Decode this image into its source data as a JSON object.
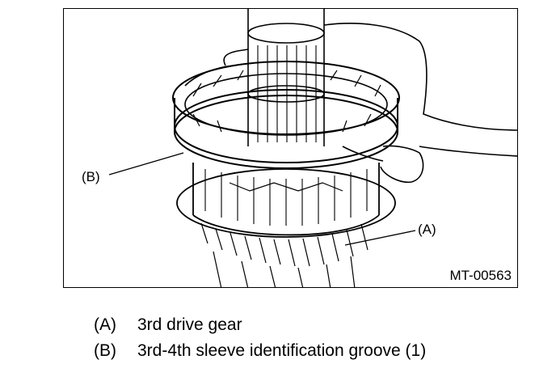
{
  "figure": {
    "id_label": "MT-00563",
    "callouts": [
      {
        "key": "(B)"
      },
      {
        "key": "(A)"
      }
    ]
  },
  "legend": [
    {
      "key": "(A)",
      "text": "3rd drive gear"
    },
    {
      "key": "(B)",
      "text": "3rd-4th sleeve identification groove (1)"
    }
  ]
}
